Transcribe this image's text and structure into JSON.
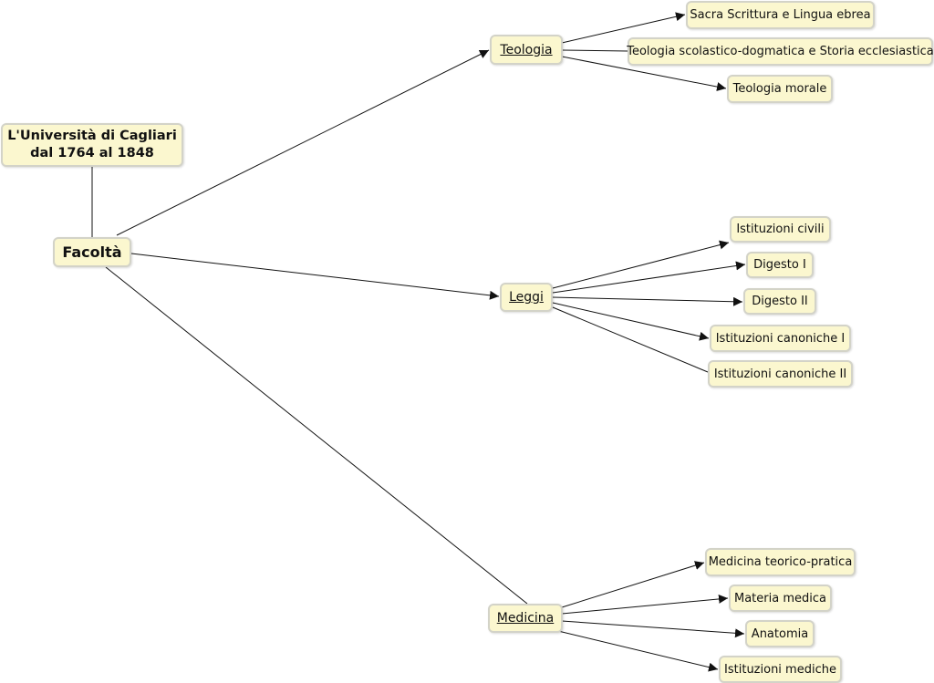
{
  "diagram": {
    "root": "L'Università di Cagliari dal 1764 al 1848",
    "hub": "Facoltà",
    "faculties": {
      "teologia": {
        "label": "Teologia",
        "subjects": [
          "Sacra Scrittura e Lingua ebrea",
          "Teologia scolastico-dogmatica e Storia ecclesiastica",
          "Teologia morale"
        ]
      },
      "leggi": {
        "label": "Leggi",
        "subjects": [
          "Istituzioni civili",
          "Digesto I",
          "Digesto II",
          "Istituzioni canoniche I",
          "Istituzioni canoniche II"
        ]
      },
      "medicina": {
        "label": "Medicina",
        "subjects": [
          "Medicina teorico-pratica",
          "Materia medica",
          "Anatomia",
          "Istituzioni mediche"
        ]
      }
    }
  },
  "colors": {
    "node_fill": "#fbf7cf",
    "node_border": "#d3d3c8",
    "line": "#111111"
  }
}
